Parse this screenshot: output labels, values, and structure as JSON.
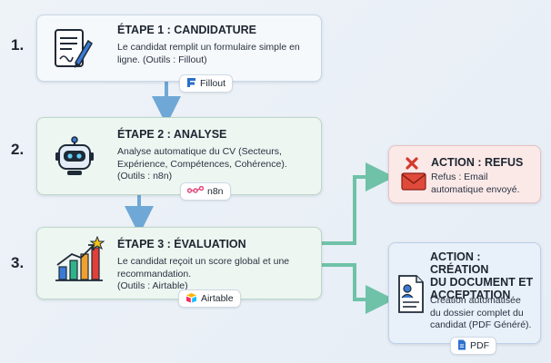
{
  "steps": [
    {
      "number": "1.",
      "title": "ÉTAPE 1 : CANDIDATURE",
      "desc": [
        "Le candidat remplit un formulaire simple en",
        "ligne. (Outils : Fillout)"
      ],
      "tool": "Fillout",
      "icon": "form-pen-icon"
    },
    {
      "number": "2.",
      "title": "ÉTAPE 2 : ANALYSE",
      "desc": [
        "Analyse automatique du CV (Secteurs,",
        "Expérience, Compétences, Cohérence).",
        "(Outils : n8n)"
      ],
      "tool": "n8n",
      "icon": "robot-icon"
    },
    {
      "number": "3.",
      "title": "ÉTAPE 3 : ÉVALUATION",
      "desc": [
        "Le candidat reçoit un score global et une",
        "recommandation.",
        "(Outils : Airtable)"
      ],
      "tool": "Airtable",
      "icon": "bar-chart-star-icon"
    }
  ],
  "actions": {
    "refus": {
      "title": "ACTION : REFUS",
      "desc": [
        "Refus : Email",
        "automatique envoyé."
      ],
      "icon": "x-envelope-icon"
    },
    "acceptation": {
      "title": [
        "ACTION : CRÉATION",
        "DU DOCUMENT ET",
        "ACCEPTATION"
      ],
      "desc": [
        "Création automatisée",
        "du dossier complet du",
        "candidat (PDF Généré)."
      ],
      "tool": "PDF",
      "icon": "profile-document-icon"
    }
  },
  "colors": {
    "arrow_blue": "#6fa8d6",
    "arrow_green": "#6fc2a8",
    "refus_accent": "#d33a2c",
    "pdf_blue": "#2f6fd0"
  }
}
